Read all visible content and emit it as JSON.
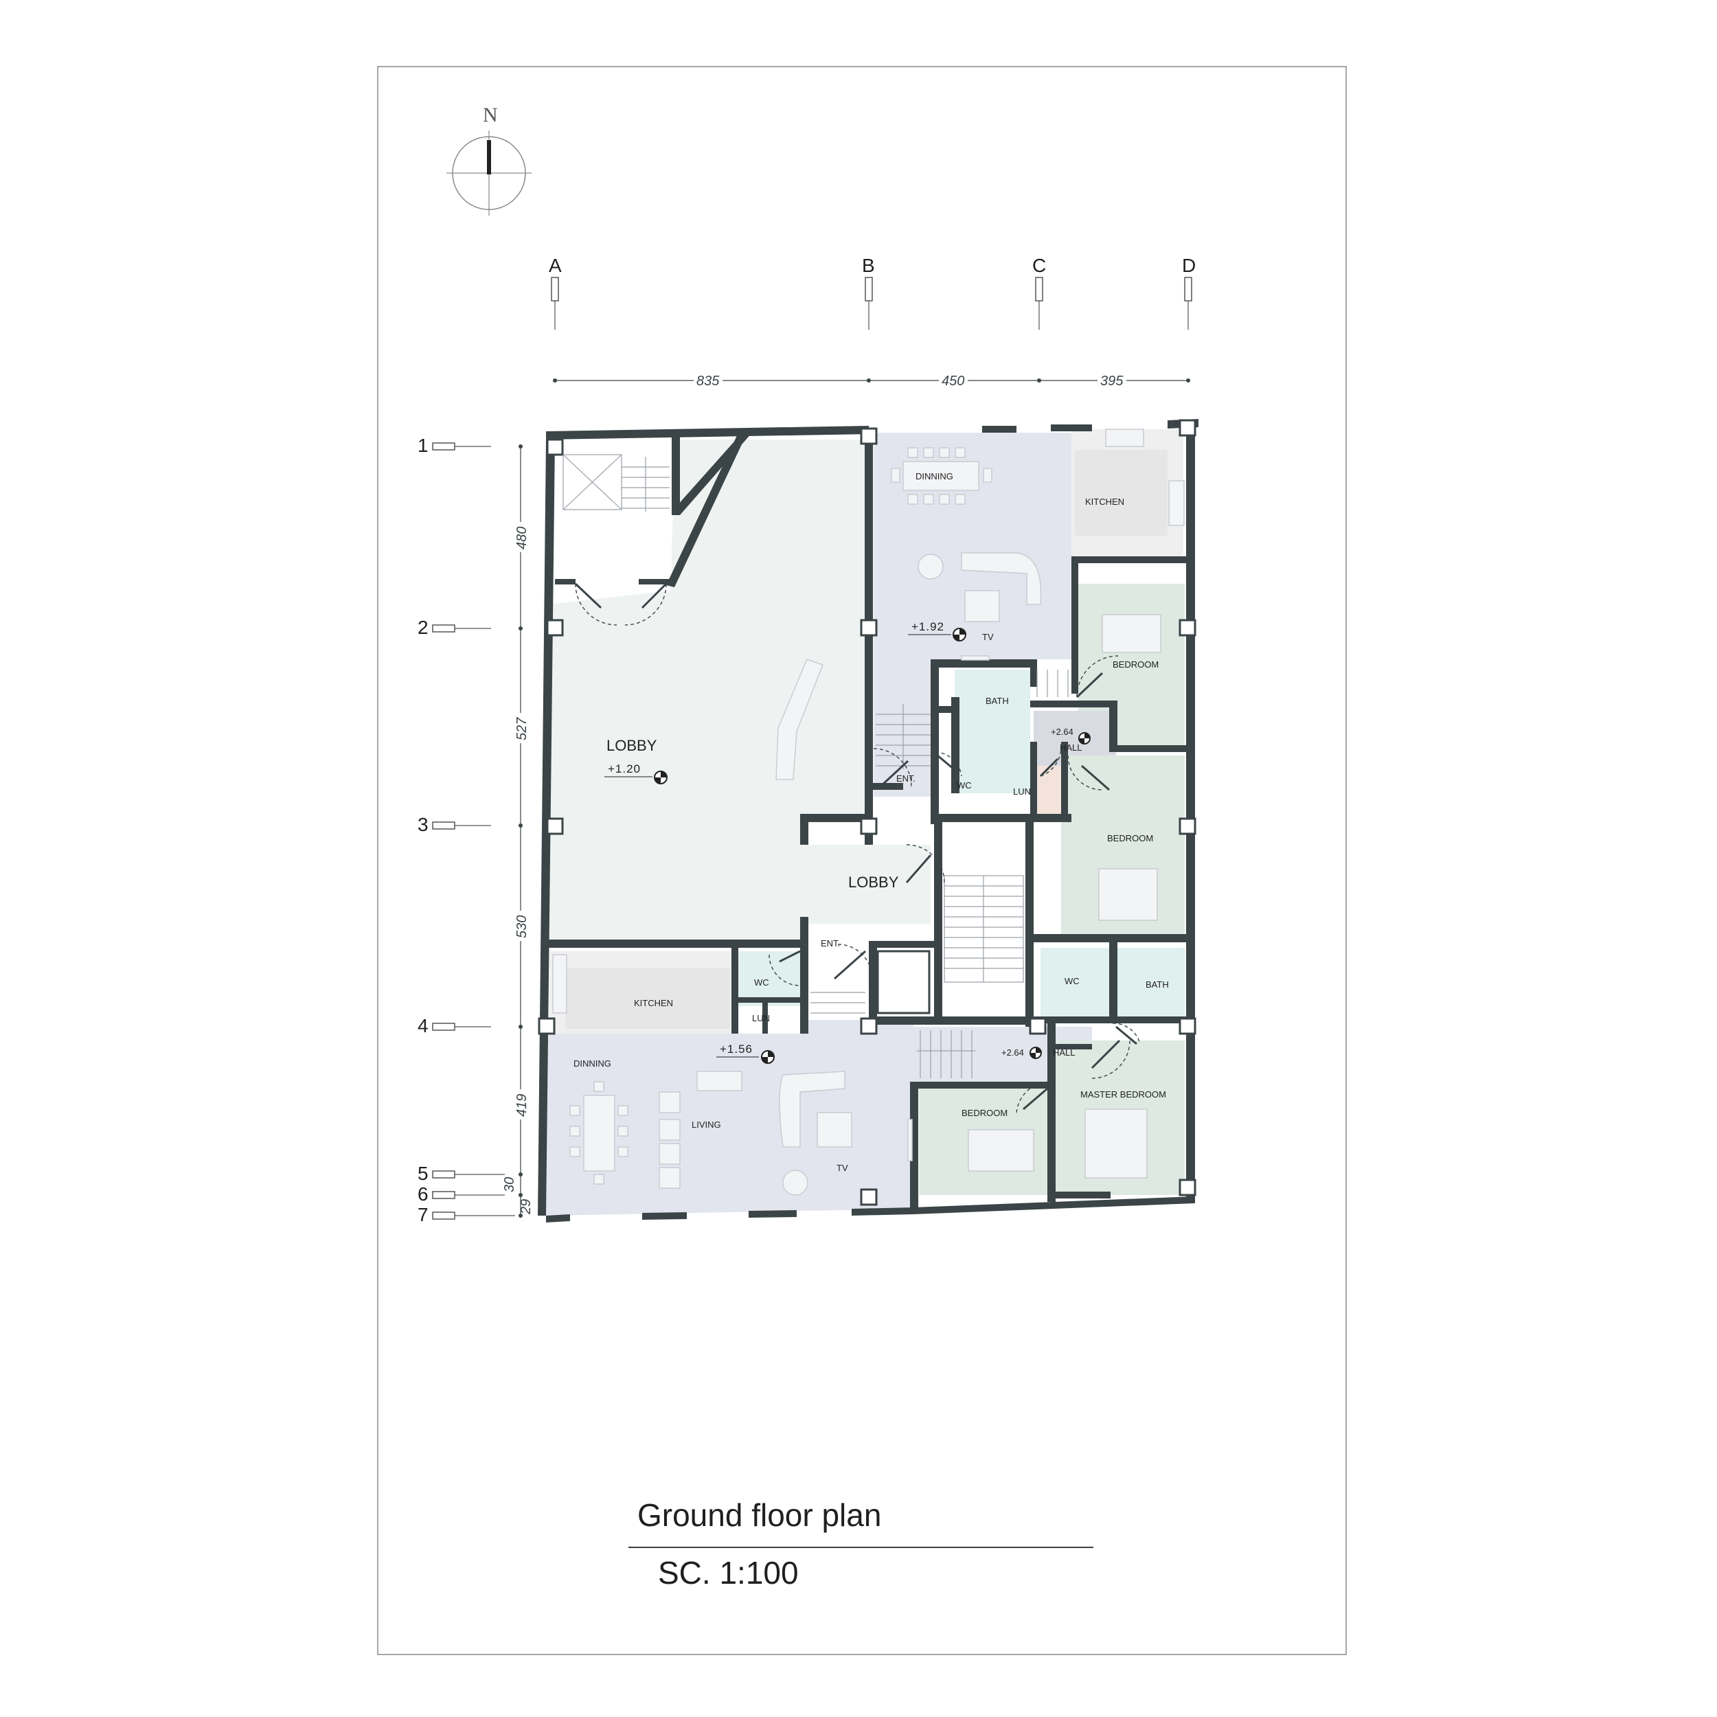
{
  "drawing": {
    "title": "Ground floor plan",
    "scale": "SC. 1:100",
    "north_label": "N"
  },
  "grid": {
    "columns": [
      "A",
      "B",
      "C",
      "D"
    ],
    "rows": [
      "1",
      "2",
      "3",
      "4",
      "5",
      "6",
      "7"
    ],
    "horizontal_dims": [
      "835",
      "450",
      "395"
    ],
    "vertical_dims": [
      "480",
      "527",
      "530",
      "419",
      "30",
      "29"
    ]
  },
  "rooms": {
    "lobby_main": "LOBBY",
    "lobby_center": "LOBBY",
    "dinning_top": "DINNING",
    "kitchen_top": "KITCHEN",
    "tv_top": "TV",
    "bedroom_top": "BEDROOM",
    "bath_top": "BATH",
    "hall_top": "HALL",
    "ent_top": "ENT.",
    "wc_top": "WC",
    "lun_top": "LUN",
    "bedroom_mid": "BEDROOM",
    "ent_low": "ENT.",
    "kitchen_low": "KITCHEN",
    "wc_low": "WC",
    "lun_low": "LUN",
    "dinning_low": "DINNING",
    "living_low": "LIVING",
    "tv_low": "TV",
    "wc_right": "WC",
    "bath_right": "BATH",
    "hall_low": "HALL",
    "bedroom_low": "BEDROOM",
    "master_bedroom": "MASTER BEDROOM"
  },
  "levels": {
    "lobby": "+1.20",
    "upper_unit": "+1.92",
    "upper_hall": "+2.64",
    "lower_unit": "+1.56",
    "lower_hall": "+2.64"
  },
  "colors": {
    "wall": "#3b4447",
    "lobby_fill": "#eef3f2",
    "living_fill": "#e3e5ee",
    "bedroom_fill": "#dde9e1",
    "wet_fill": "#dff0ee",
    "kitchen_fill": "#efefef"
  }
}
